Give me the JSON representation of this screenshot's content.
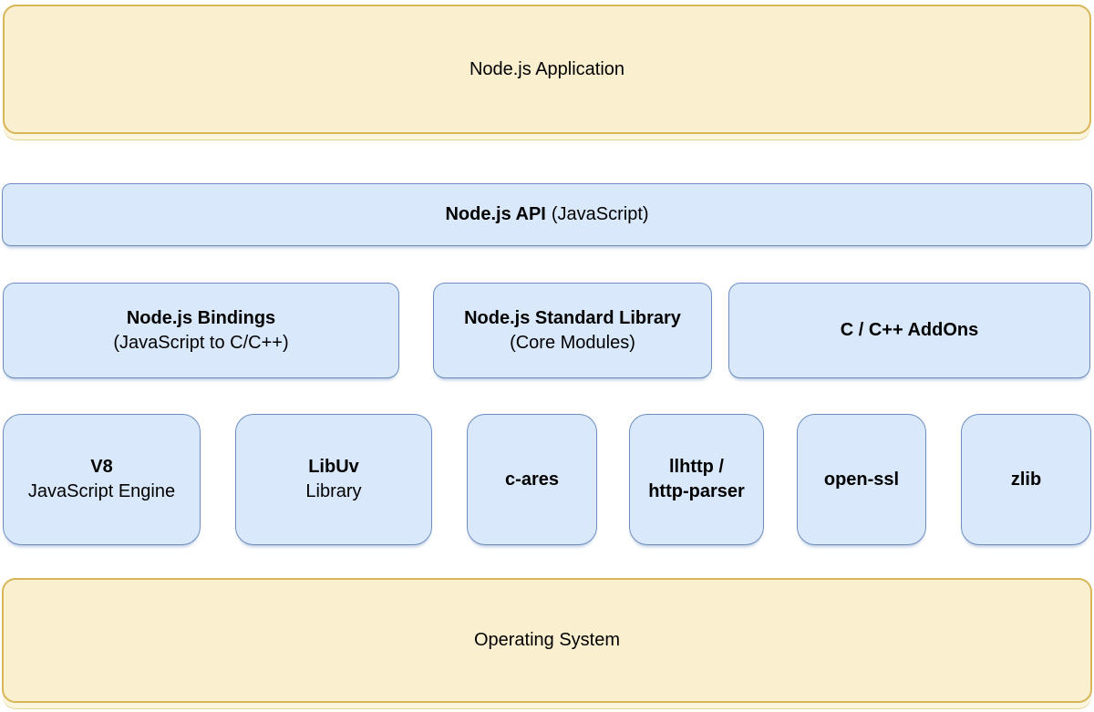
{
  "colors": {
    "yellow_fill": "#FAF0D0",
    "yellow_border": "#D6B656",
    "blue_fill": "#DAE8FC",
    "blue_border": "#6C8EBF",
    "text": "#000000",
    "background": "#FFFFFF"
  },
  "layers": {
    "application": {
      "label": "Node.js Application"
    },
    "api": {
      "title": "Node.js API",
      "suffix": "(JavaScript)"
    },
    "middle": [
      {
        "title": "Node.js Bindings",
        "subtitle": "(JavaScript to C/C++)"
      },
      {
        "title": "Node.js Standard Library",
        "subtitle": "(Core Modules)"
      },
      {
        "title": "C / C++ AddOns"
      }
    ],
    "components": [
      {
        "title": "V8",
        "subtitle": "JavaScript Engine"
      },
      {
        "title": "LibUv",
        "subtitle": "Library"
      },
      {
        "title": "c-ares"
      },
      {
        "title": "llhttp /\nhttp-parser"
      },
      {
        "title": "open-ssl"
      },
      {
        "title": "zlib"
      }
    ],
    "os": {
      "label": "Operating System"
    }
  }
}
